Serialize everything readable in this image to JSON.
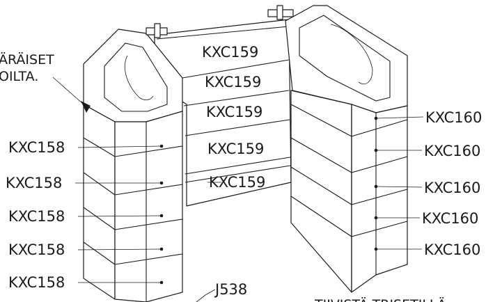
{
  "notes": {
    "top_left_line1": "ÄRÄISET",
    "top_left_line2": "OILTA.",
    "bottom_right": "TIIVISTÄ TRISETILLÄ"
  },
  "labels": {
    "left_blocks": [
      "KXC158",
      "KXC158",
      "KXC158",
      "KXC158",
      "KXC158"
    ],
    "middle_blocks": [
      "KXC159",
      "KXC159",
      "KXC159",
      "KXC159",
      "KXC159"
    ],
    "right_blocks": [
      "KXC160",
      "KXC160",
      "KXC160",
      "KXC160",
      "KXC160"
    ],
    "bottom_part": "J538"
  }
}
